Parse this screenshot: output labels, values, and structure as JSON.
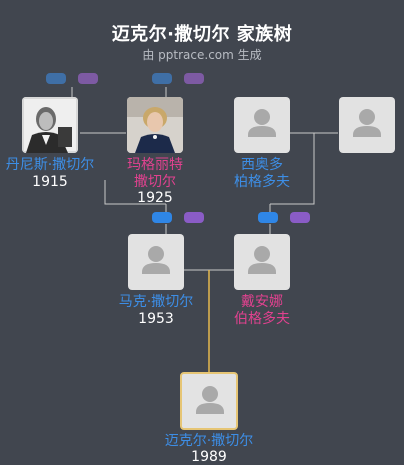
{
  "header": {
    "title": "迈克尔·撒切尔 家族树",
    "subtitle": "由 pptrace.com 生成"
  },
  "colors": {
    "male": "#3d8ee6",
    "female": "#e0428f",
    "line": "#c9c9c9",
    "focus_line": "#e6b94e",
    "pill_blue_dim": "#3f6fa6",
    "pill_purple_dim": "#7d5aa3",
    "pill_blue": "#2f86e6",
    "pill_purple": "#8a5cc6"
  },
  "people": {
    "denis": {
      "name": "丹尼斯·撒切尔",
      "year": "1915",
      "gender": "male",
      "photo": "photo-portrait"
    },
    "margaret": {
      "name_line1": "玛格丽特",
      "name_line2": "撒切尔",
      "year": "1925",
      "gender": "female",
      "photo": "photo-portrait"
    },
    "theo": {
      "name_line1": "西奥多",
      "name_line2": "柏格多夫",
      "gender": "male",
      "photo": "person-placeholder-icon"
    },
    "unknown": {
      "gender": "unknown",
      "photo": "person-placeholder-icon"
    },
    "mark": {
      "name": "马克·撒切尔",
      "year": "1953",
      "gender": "male",
      "photo": "person-placeholder-icon"
    },
    "diane": {
      "name_line1": "戴安娜",
      "name_line2": "伯格多夫",
      "gender": "female",
      "photo": "person-placeholder-icon"
    },
    "michael": {
      "name": "迈克尔·撒切尔",
      "year": "1989",
      "gender": "male",
      "photo": "person-placeholder-icon",
      "focused": true
    }
  }
}
